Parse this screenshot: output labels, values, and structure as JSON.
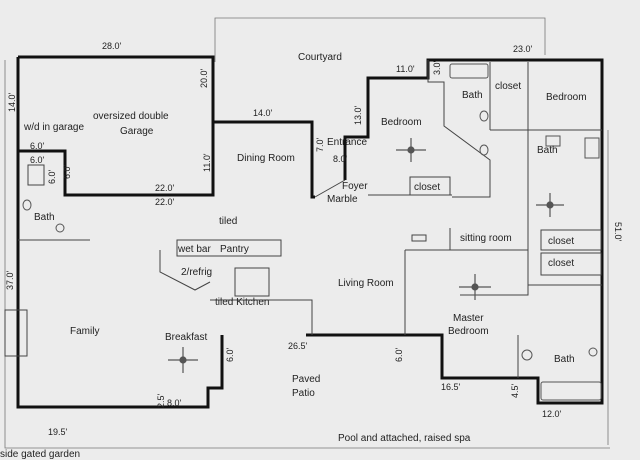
{
  "plan": {
    "rooms": {
      "courtyard": "Courtyard",
      "wd_in_garage": "w/d in garage",
      "garage_line1": "oversized double",
      "garage_line2": "Garage",
      "dining": "Dining Room",
      "entrance": "Entrance",
      "bedroom_left": "Bedroom",
      "bath_top": "Bath",
      "closet_top": "closet",
      "bedroom_right": "Bedroom",
      "bath_right": "Bath",
      "foyer": "Foyer",
      "marble": "Marble",
      "closet_bedroom": "closet",
      "bath_left": "Bath",
      "tiled": "tiled",
      "wet_bar": "wet bar",
      "pantry": "Pantry",
      "refrig": "2/refrig",
      "sitting": "sitting room",
      "closet_sitting": "closet",
      "closet_master": "closet",
      "living": "Living Room",
      "tiled_kitchen": "tiled Kitchen",
      "family": "Family",
      "breakfast": "Breakfast",
      "master_line1": "Master",
      "master_line2": "Bedroom",
      "bath_master": "Bath",
      "patio_line1": "Paved",
      "patio_line2": "Patio",
      "pool": "Pool and attached, raised spa",
      "garden": "side gated garden"
    },
    "dims": {
      "d28": "28.0'",
      "d23": "23.0'",
      "d20": "20.0'",
      "d14v": "14.0'",
      "d14h": "14.0'",
      "d11_top": "11.0'",
      "d3": "3.0'",
      "d13": "13.0'",
      "d7": "7.0'",
      "d8_entry": "8.0'",
      "d6_top": "6.0'",
      "d6_box": "6.0'",
      "d6_side": "6.0'",
      "d6_v": "6.0'",
      "d11_left": "11.0'",
      "d22_in": "22.0'",
      "d22_out": "22.0'",
      "d37": "37.0'",
      "d51": "51.0'",
      "d6_breakfast": "6.0'",
      "d26": "26.5'",
      "d6_master": "6.0'",
      "d16": "16.5'",
      "d4": "4.5'",
      "d12": "12.0'",
      "d2": "2.5'",
      "d8_bottom": "8.0'",
      "d19": "19.5'"
    }
  }
}
